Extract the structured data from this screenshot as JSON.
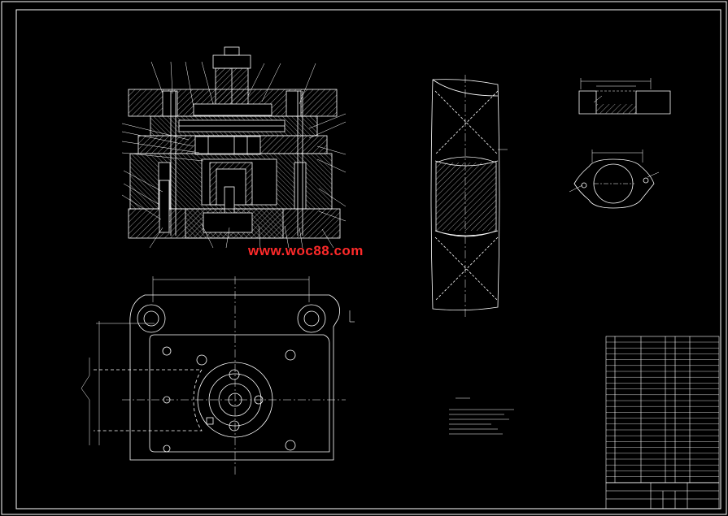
{
  "watermark": "www.woc88.com",
  "colors": {
    "background": "#000000",
    "line": "#ffffff",
    "hatch": "#bfbfbf",
    "watermark": "#ff2a2a",
    "centerline": "#d0d0d0"
  },
  "drawing": {
    "views": [
      "die-assembly-section",
      "die-plan-view",
      "strip-layout",
      "part-section",
      "part-plan",
      "technical-notes",
      "parts-list",
      "title-block"
    ]
  }
}
